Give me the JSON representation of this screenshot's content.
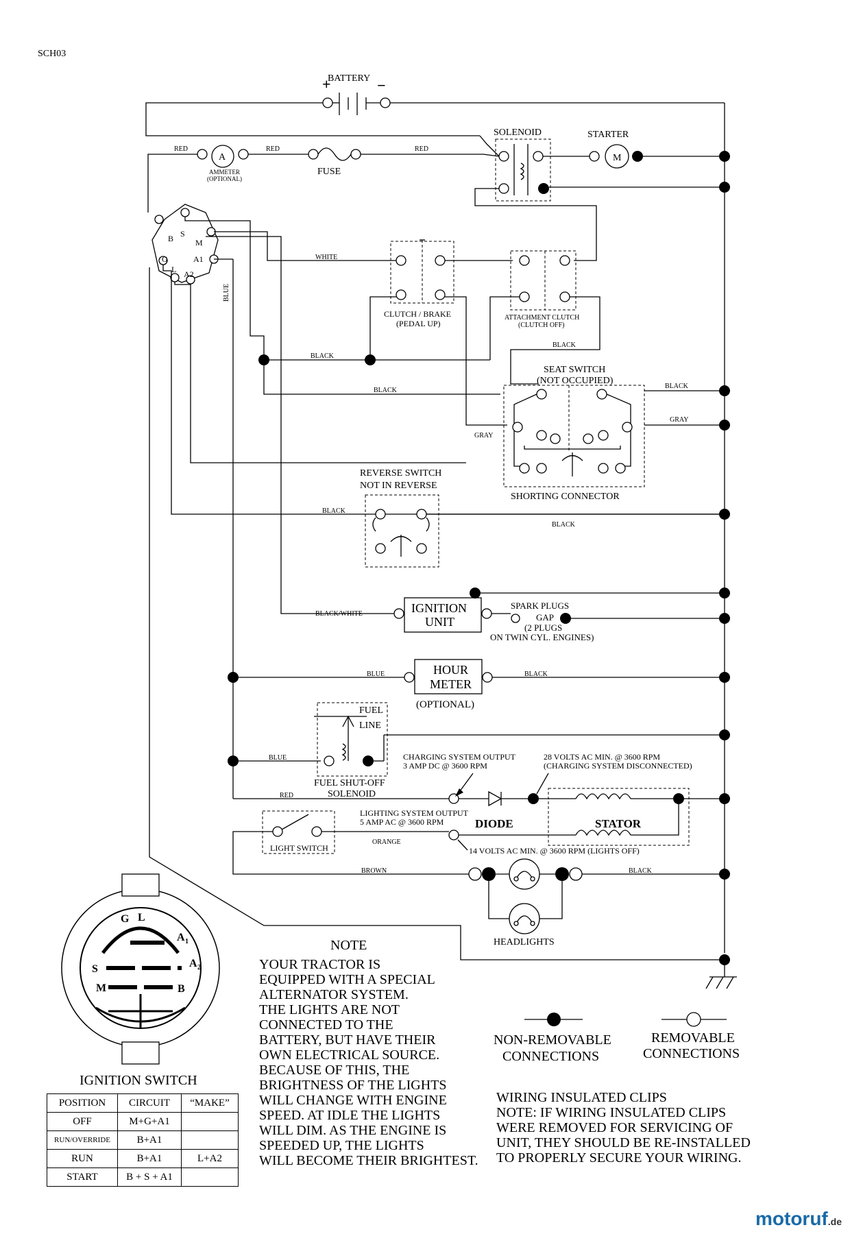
{
  "diagram_code": "SCH03",
  "labels": {
    "battery": "BATTERY",
    "solenoid": "SOLENOID",
    "starter": "STARTER",
    "ammeter": "AMMETER",
    "ammeter_opt": "(OPTIONAL)",
    "fuse": "FUSE",
    "clutch_brake": "CLUTCH / BRAKE",
    "pedal_up": "(PEDAL UP)",
    "attachment_clutch": "ATTACHMENT CLUTCH",
    "clutch_off": "(CLUTCH OFF)",
    "seat_switch": "SEAT SWITCH",
    "not_occupied": "(NOT OCCUPIED)",
    "shorting_connector": "SHORTING CONNECTOR",
    "reverse_switch": "REVERSE SWITCH",
    "not_in_reverse": "NOT IN REVERSE",
    "ignition": "IGNITION",
    "unit": "UNIT",
    "spark1": "SPARK PLUGS",
    "spark2": "GAP",
    "spark3": "(2 PLUGS",
    "spark4": "ON TWIN CYL. ENGINES)",
    "hour": "HOUR",
    "meter": "METER",
    "optional": "(OPTIONAL)",
    "fuel": "FUEL",
    "line": "LINE",
    "fuel_shutoff": "FUEL SHUT-OFF",
    "solenoid2": "SOLENOID",
    "charging1": "CHARGING SYSTEM OUTPUT",
    "charging2": "3 AMP DC @ 3600 RPM",
    "volts28a": "28 VOLTS AC MIN. @ 3600 RPM",
    "volts28b": "(CHARGING SYSTEM DISCONNECTED)",
    "lighting1": "LIGHTING SYSTEM OUTPUT",
    "lighting2": "5 AMP AC @ 3600 RPM",
    "diode": "DIODE",
    "stator": "STATOR",
    "light_switch": "LIGHT SWITCH",
    "volts14": "14 VOLTS AC MIN. @ 3600 RPM (LIGHTS OFF)",
    "headlights": "HEADLIGHTS",
    "ignition_switch": "IGNITION SWITCH",
    "non_removable": "NON-REMOVABLE",
    "removable": "REMOVABLE",
    "connections": "CONNECTIONS"
  },
  "terminals": {
    "b": "B",
    "s": "S",
    "m": "M",
    "g": "G",
    "l": "L",
    "a1": "A1",
    "a2": "A2",
    "a1_sub": "1",
    "a2_sub": "2",
    "a_letter": "A"
  },
  "ammeter_symbol": "A",
  "starter_symbol": "M",
  "wires": {
    "red": "RED",
    "white": "WHITE",
    "black": "BLACK",
    "blue": "BLUE",
    "gray": "GRAY",
    "black_white": "BLACK/WHITE",
    "orange": "ORANGE",
    "brown": "BROWN"
  },
  "note": {
    "title": "NOTE",
    "lines": [
      "YOUR TRACTOR IS",
      "EQUIPPED WITH A SPECIAL",
      "ALTERNATOR SYSTEM.",
      "THE LIGHTS ARE NOT",
      "CONNECTED TO THE",
      "BATTERY, BUT HAVE THEIR",
      "OWN ELECTRICAL SOURCE.",
      "BECAUSE OF THIS, THE",
      "BRIGHTNESS OF THE LIGHTS",
      "WILL CHANGE WITH ENGINE",
      "SPEED.  AT IDLE THE LIGHTS",
      "WILL DIM.  AS THE ENGINE IS",
      "SPEEDED UP, THE LIGHTS",
      "WILL BECOME THEIR BRIGHTEST."
    ]
  },
  "clips_note": [
    "WIRING INSULATED CLIPS",
    "NOTE:  IF WIRING INSULATED CLIPS",
    "WERE REMOVED FOR SERVICING OF",
    "UNIT, THEY SHOULD BE RE-INSTALLED",
    "TO PROPERLY SECURE YOUR WIRING."
  ],
  "ignition_table": {
    "headers": [
      "POSITION",
      "CIRCUIT",
      "“MAKE”"
    ],
    "rows": [
      {
        "position": "OFF",
        "circuit": "M+G+A1",
        "make": ""
      },
      {
        "position": "RUN/OVERRIDE",
        "circuit": "B+A1",
        "make": ""
      },
      {
        "position": "RUN",
        "circuit": "B+A1",
        "make": "L+A2"
      },
      {
        "position": "START",
        "circuit": "B + S + A1",
        "make": ""
      }
    ]
  },
  "brand": {
    "name": "motoruf",
    "suffix": ".de"
  }
}
